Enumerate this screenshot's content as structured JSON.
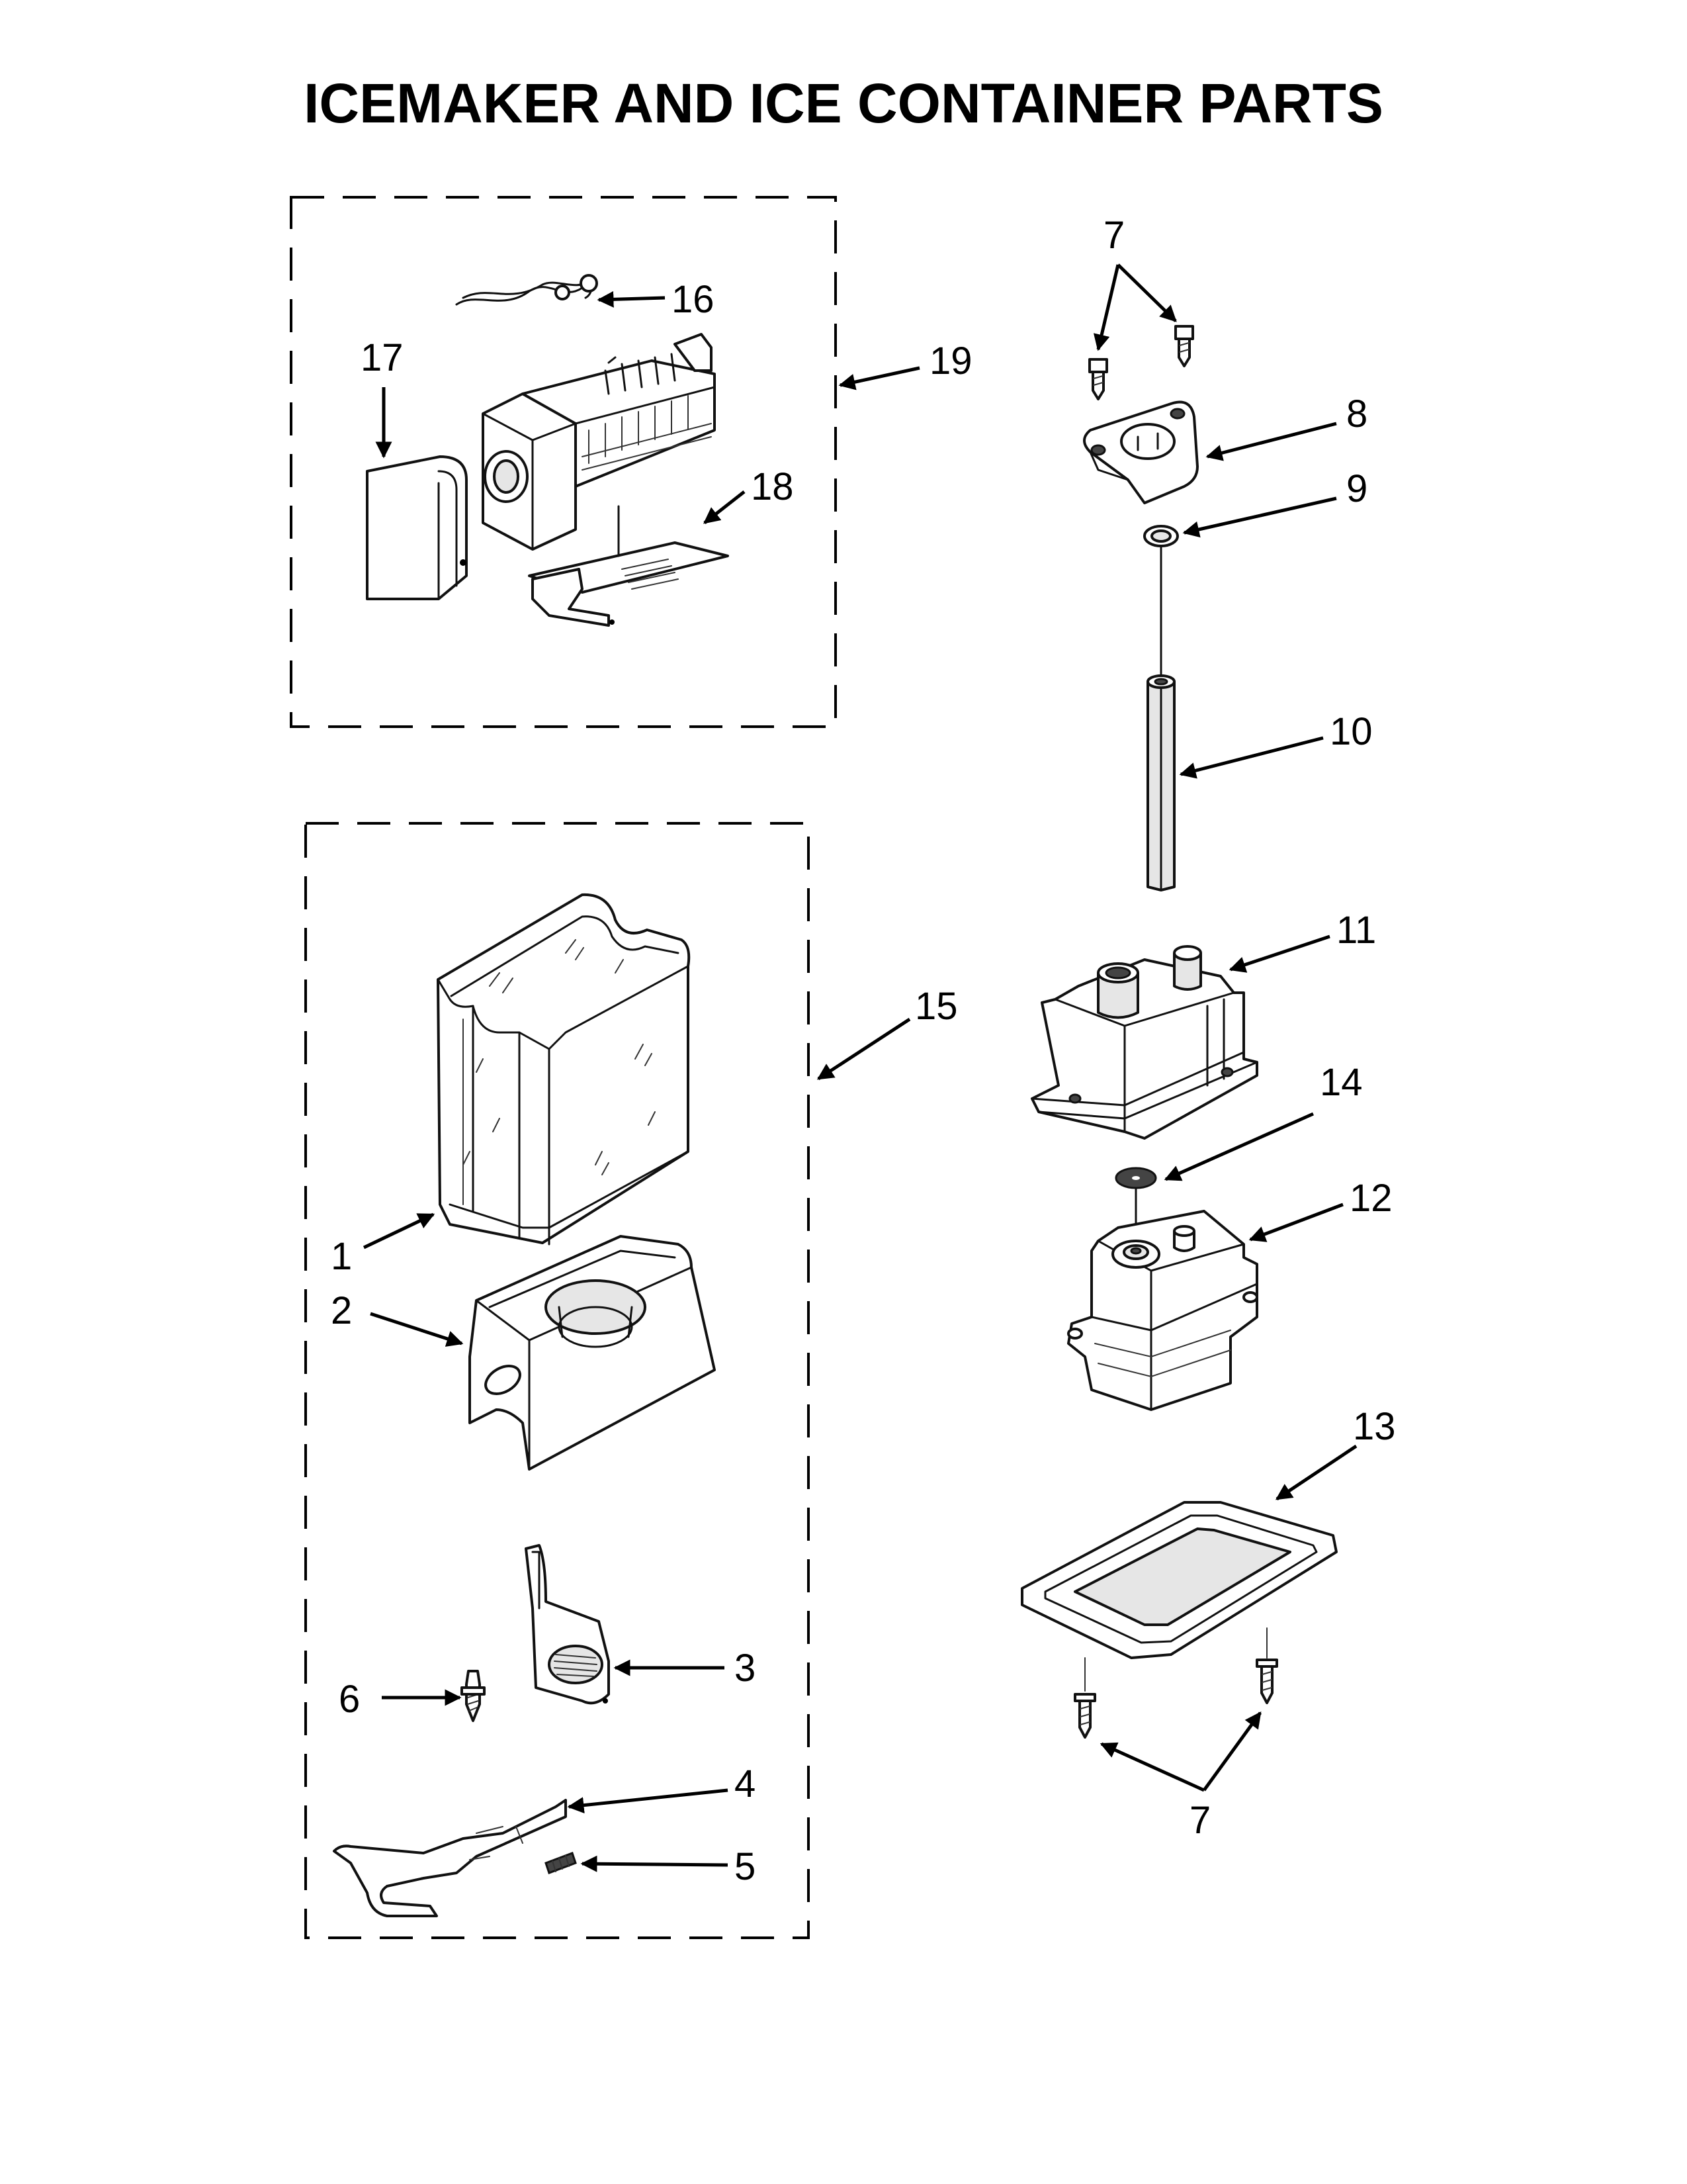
{
  "title": "ICEMAKER AND ICE CONTAINER PARTS",
  "callouts": {
    "p1": "1",
    "p2": "2",
    "p3": "3",
    "p4": "4",
    "p5": "5",
    "p6": "6",
    "p7_top": "7",
    "p7_bottom": "7",
    "p8": "8",
    "p9": "9",
    "p10": "10",
    "p11": "11",
    "p12": "12",
    "p13": "13",
    "p14": "14",
    "p15": "15",
    "p16": "16",
    "p17": "17",
    "p18": "18",
    "p19": "19"
  }
}
